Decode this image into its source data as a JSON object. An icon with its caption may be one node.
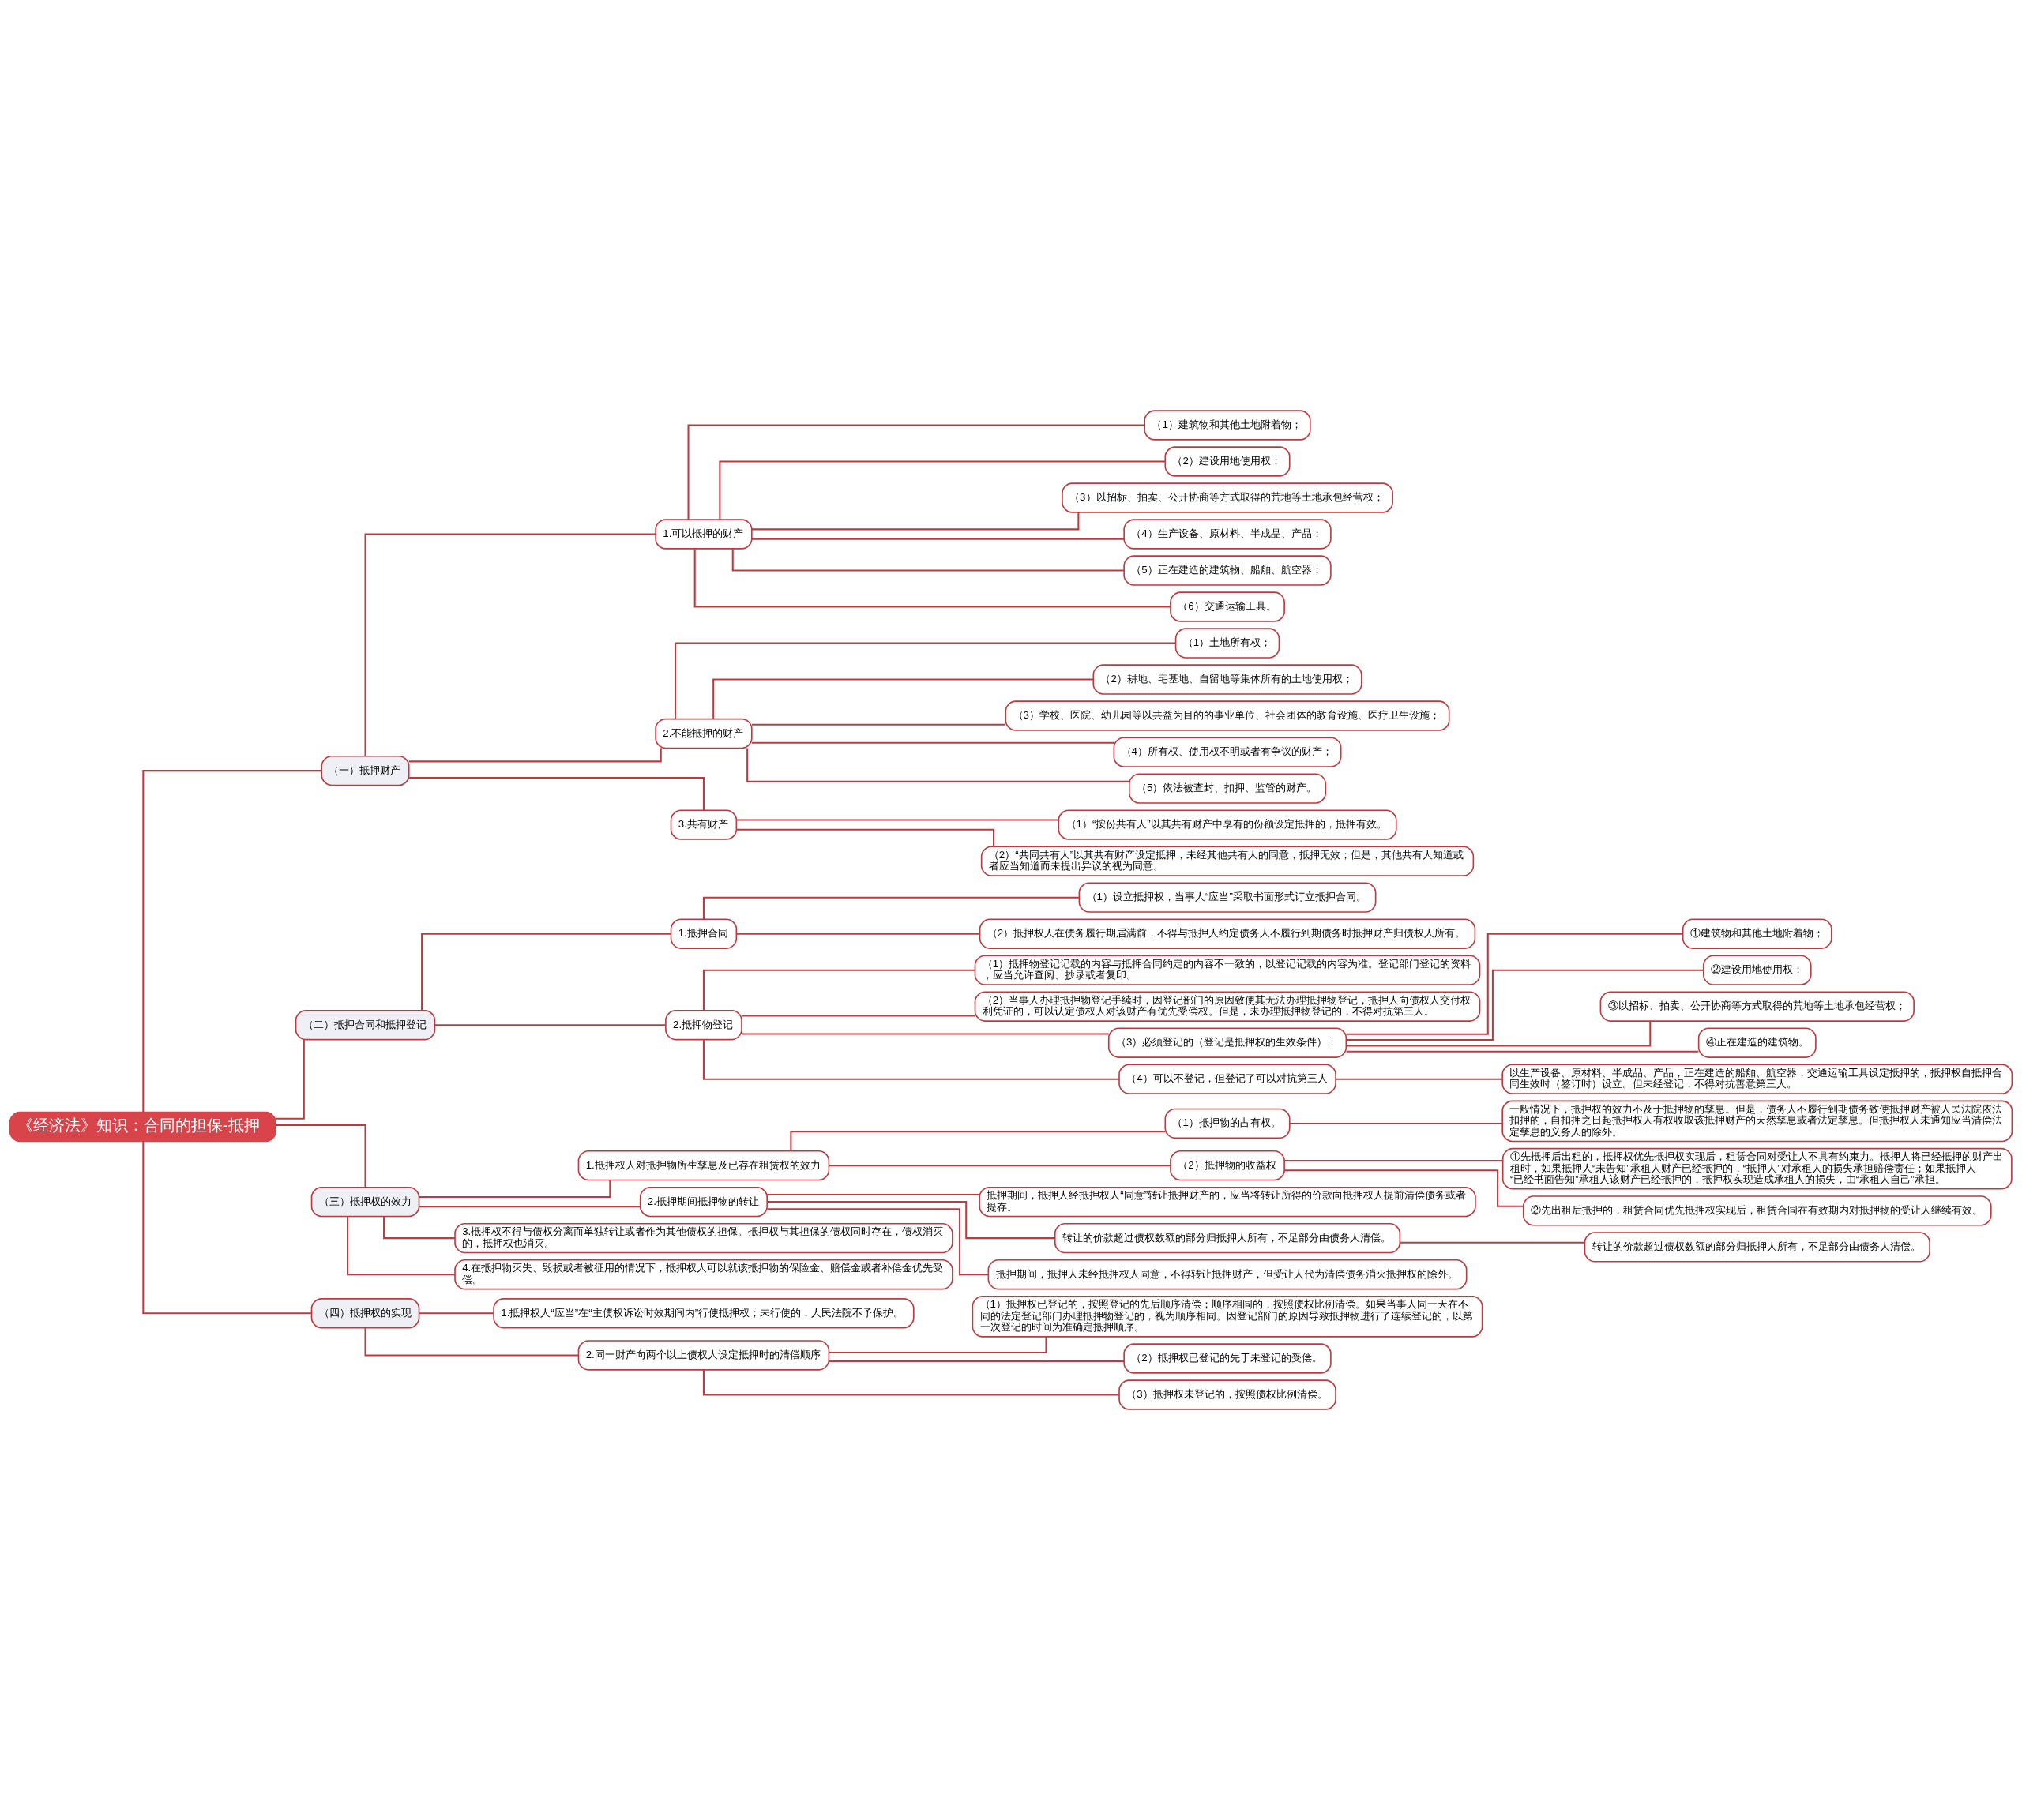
{
  "diagram": {
    "nodes": [
      {
        "text": [
          "《经济法》知识：合同的担保-抵押"
        ]
      },
      {
        "text": [
          "（一）抵押财产"
        ]
      },
      {
        "text": [
          "1.可以抵押的财产"
        ]
      },
      {
        "text": [
          "（1）建筑物和其他土地附着物；"
        ]
      },
      {
        "text": [
          "（2）建设用地使用权；"
        ]
      },
      {
        "text": [
          "（3）以招标、拍卖、公开协商等方式取得的荒地等土地承包经营权；"
        ]
      },
      {
        "text": [
          "（4）生产设备、原材料、半成品、产品；"
        ]
      },
      {
        "text": [
          "（5）正在建造的建筑物、船舶、航空器；"
        ]
      },
      {
        "text": [
          "（6）交通运输工具。"
        ]
      },
      {
        "text": [
          "2.不能抵押的财产"
        ]
      },
      {
        "text": [
          "（1）土地所有权；"
        ]
      },
      {
        "text": [
          "（2）耕地、宅基地、自留地等集体所有的土地使用权；"
        ]
      },
      {
        "text": [
          "（3）学校、医院、幼儿园等以共益为目的的事业单位、社会团体的教育设施、医疗卫生设施；"
        ]
      },
      {
        "text": [
          "（4）所有权、使用权不明或者有争议的财产；"
        ]
      },
      {
        "text": [
          "（5）依法被查封、扣押、监管的财产。"
        ]
      },
      {
        "text": [
          "3.共有财产"
        ]
      },
      {
        "text": [
          "（1）“按份共有人”以其共有财产中享有的份额设定抵押的，抵押有效。"
        ]
      },
      {
        "text": [
          "（2）“共同共有人”以其共有财产设定抵押，未经其他共有人的同意，抵押无效；但是，其他共有人知道或者应当知道而未提出异议的视为同意。"
        ]
      },
      {
        "text": [
          "（二）抵押合同和抵押登记"
        ]
      },
      {
        "text": [
          "1.抵押合同"
        ]
      },
      {
        "text": [
          "（1）设立抵押权，当事人“应当”采取书面形式订立抵押合同。"
        ]
      },
      {
        "text": [
          "（2）抵押权人在债务履行期届满前，不得与抵押人约定债务人不履行到期债务时抵押财产归债权人所有。"
        ]
      },
      {
        "text": [
          "2.抵押物登记"
        ]
      },
      {
        "text": [
          "（1）抵押物登记记载的内容与抵押合同约定的内容不一致的，以登记记载的内容为准。登记部门登记的资料，应当允许查阅、抄录或者复印。"
        ]
      },
      {
        "text": [
          "（2）当事人办理抵押物登记手续时，因登记部门的原因致使其无法办理抵押物登记，抵押人向债权人交付权利凭证的，可以认定债权人对该财产有优先受偿权。但是，未办理抵押物登记的，不得对抗第三人。"
        ]
      },
      {
        "text": [
          "（3）必须登记的（登记是抵押权的生效条件）："
        ]
      },
      {
        "text": [
          "①建筑物和其他土地附着物；"
        ]
      },
      {
        "text": [
          "②建设用地使用权；"
        ]
      },
      {
        "text": [
          "③以招标、拍卖、公开协商等方式取得的荒地等土地承包经营权；"
        ]
      },
      {
        "text": [
          "④正在建造的建筑物。"
        ]
      },
      {
        "text": [
          "（4）可以不登记，但登记了可以对抗第三人"
        ]
      },
      {
        "text": [
          "以生产设备、原材料、半成品、产品，正在建造的船舶、航空器，交通运输工具设定抵押的，抵押权自抵押合同生效时（签订时）设立。但未经登记，不得对抗善意第三人。"
        ]
      },
      {
        "text": [
          "（三）抵押权的效力"
        ]
      },
      {
        "text": [
          "1.抵押权人对抵押物所生孳息及已存在租赁权的效力"
        ]
      },
      {
        "text": [
          "（1）抵押物的占有权。"
        ]
      },
      {
        "text": [
          "一般情况下，抵押权的效力不及于抵押物的孳息。但是，债务人不履行到期债务致使抵押财产被人民法院依法扣押的，自扣押之日起抵押权人有权收取该抵押财产的天然孳息或者法定孳息。但抵押权人未通知应当清偿法定孳息的义务人的除外。"
        ]
      },
      {
        "text": [
          "（2）抵押物的收益权"
        ]
      },
      {
        "text": [
          "①先抵押后出租的，抵押权优先抵押权实现后，租赁合同对受让人不具有约束力。抵押人将已经抵押的财产出租时，如果抵押人“未告知”承租人财产已经抵押的，“抵押人”对承租人的损失承担赔偿责任；如果抵押人“已经书面告知”承租人该财产已经抵押的，抵押权实现造成承租人的损失，由“承租人自己”承担。"
        ]
      },
      {
        "text": [
          "②先出租后抵押的，租赁合同优先抵押权实现后，租赁合同在有效期内对抵押物的受让人继续有效。"
        ]
      },
      {
        "text": [
          "2.抵押期间抵押物的转让"
        ]
      },
      {
        "text": [
          "抵押期间，抵押人经抵押权人“同意”转让抵押财产的，应当将转让所得的价款向抵押权人提前清偿债务或者提存。"
        ]
      },
      {
        "text": [
          "转让的价款超过债权数额的部分归抵押人所有，不足部分由债务人清偿。"
        ]
      },
      {
        "text": [
          "转让的价款超过债权数额的部分归抵押人所有，不足部分由债务人清偿。"
        ]
      },
      {
        "text": [
          "抵押期间，抵押人未经抵押权人同意，不得转让抵押财产，但受让人代为清偿债务消灭抵押权的除外。"
        ]
      },
      {
        "text": [
          "3.抵押权不得与债权分离而单独转让或者作为其他债权的担保。抵押权与其担保的债权同时存在，债权消灭的，抵押权也消灭。"
        ]
      },
      {
        "text": [
          "4.在抵押物灭失、毁损或者被征用的情况下，抵押权人可以就该抵押物的保险金、赔偿金或者补偿金优先受偿。"
        ]
      },
      {
        "text": [
          "（四）抵押权的实现"
        ]
      },
      {
        "text": [
          "1.抵押权人“应当”在“主债权诉讼时效期间内”行使抵押权；未行使的，人民法院不予保护。"
        ]
      },
      {
        "text": [
          "2.同一财产向两个以上债权人设定抵押时的清偿顺序"
        ]
      },
      {
        "text": [
          "（1）抵押权已登记的，按照登记的先后顺序清偿；顺序相同的，按照债权比例清偿。如果当事人同一天在不同的法定登记部门办理抵押物登记的，视为顺序相同。因登记部门的原因导致抵押物进行了连续登记的，以第一次登记的时间为准确定抵押顺序。"
        ]
      },
      {
        "text": [
          "（2）抵押权已登记的先于未登记的受偿。"
        ]
      },
      {
        "text": [
          "（3）抵押权未登记的，按照债权比例清偿。"
        ]
      }
    ],
    "edges": [
      {
        "from": 0,
        "to": 1,
        "arrow": "none"
      },
      {
        "from": 1,
        "to": 2,
        "arrow": "none"
      },
      {
        "from": 2,
        "to": 3,
        "arrow": "none"
      },
      {
        "from": 2,
        "to": 4,
        "arrow": "none"
      },
      {
        "from": 2,
        "to": 5,
        "arrow": "none"
      },
      {
        "from": 2,
        "to": 6,
        "arrow": "none"
      },
      {
        "from": 2,
        "to": 7,
        "arrow": "none"
      },
      {
        "from": 2,
        "to": 8,
        "arrow": "none"
      },
      {
        "from": 1,
        "to": 9,
        "arrow": "none"
      },
      {
        "from": 9,
        "to": 10,
        "arrow": "none"
      },
      {
        "from": 9,
        "to": 11,
        "arrow": "none"
      },
      {
        "from": 9,
        "to": 12,
        "arrow": "none"
      },
      {
        "from": 9,
        "to": 13,
        "arrow": "none"
      },
      {
        "from": 9,
        "to": 14,
        "arrow": "none"
      },
      {
        "from": 1,
        "to": 15,
        "arrow": "none"
      },
      {
        "from": 15,
        "to": 16,
        "arrow": "none"
      },
      {
        "from": 15,
        "to": 17,
        "arrow": "none"
      },
      {
        "from": 0,
        "to": 18,
        "arrow": "none"
      },
      {
        "from": 18,
        "to": 19,
        "arrow": "none"
      },
      {
        "from": 19,
        "to": 20,
        "arrow": "none"
      },
      {
        "from": 19,
        "to": 21,
        "arrow": "none"
      },
      {
        "from": 18,
        "to": 22,
        "arrow": "none"
      },
      {
        "from": 22,
        "to": 23,
        "arrow": "none"
      },
      {
        "from": 22,
        "to": 24,
        "arrow": "none"
      },
      {
        "from": 22,
        "to": 25,
        "arrow": "none"
      },
      {
        "from": 25,
        "to": 26,
        "arrow": "none"
      },
      {
        "from": 25,
        "to": 27,
        "arrow": "none"
      },
      {
        "from": 25,
        "to": 28,
        "arrow": "none"
      },
      {
        "from": 25,
        "to": 29,
        "arrow": "none"
      },
      {
        "from": 22,
        "to": 30,
        "arrow": "none"
      },
      {
        "from": 30,
        "to": 31,
        "arrow": "none"
      },
      {
        "from": 0,
        "to": 32,
        "arrow": "none"
      },
      {
        "from": 32,
        "to": 33,
        "arrow": "none"
      },
      {
        "from": 33,
        "to": 34,
        "arrow": "none"
      },
      {
        "from": 34,
        "to": 35,
        "arrow": "none"
      },
      {
        "from": 33,
        "to": 36,
        "arrow": "none"
      },
      {
        "from": 36,
        "to": 37,
        "arrow": "none"
      },
      {
        "from": 36,
        "to": 38,
        "arrow": "none"
      },
      {
        "from": 32,
        "to": 39,
        "arrow": "none"
      },
      {
        "from": 39,
        "to": 40,
        "arrow": "none"
      },
      {
        "from": 39,
        "to": 41,
        "arrow": "none"
      },
      {
        "from": 41,
        "to": 42,
        "arrow": "none"
      },
      {
        "from": 39,
        "to": 43,
        "arrow": "none"
      },
      {
        "from": 32,
        "to": 44,
        "arrow": "none"
      },
      {
        "from": 32,
        "to": 45,
        "arrow": "none"
      },
      {
        "from": 0,
        "to": 46,
        "arrow": "none"
      },
      {
        "from": 46,
        "to": 47,
        "arrow": "none"
      },
      {
        "from": 46,
        "to": 48,
        "arrow": "none"
      },
      {
        "from": 48,
        "to": 49,
        "arrow": "none"
      },
      {
        "from": 48,
        "to": 50,
        "arrow": "none"
      },
      {
        "from": 48,
        "to": 51,
        "arrow": "none"
      }
    ]
  }
}
